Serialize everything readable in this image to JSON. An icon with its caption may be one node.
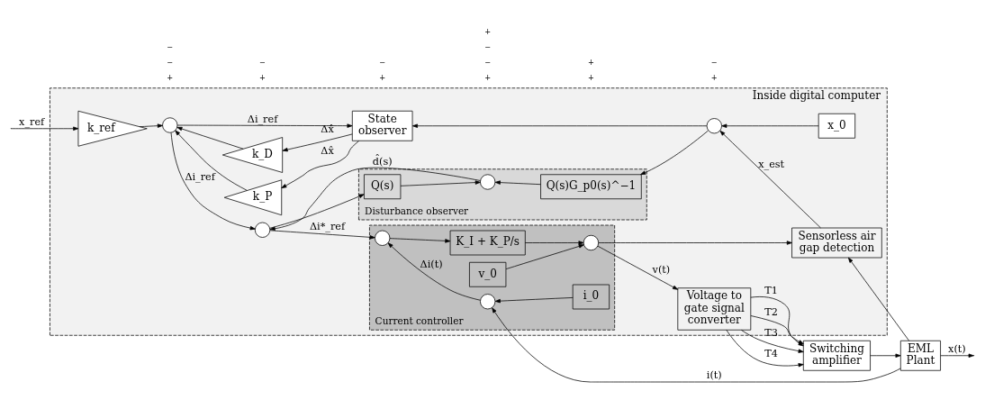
{
  "diagram": {
    "nodes": [
      {
        "text": [
          "Inside digital computer"
        ]
      },
      {
        "text": [
          "k_ref"
        ],
        "in": 0
      },
      {
        "text": [],
        "shape": "circle",
        "in": 0
      },
      {
        "text": [],
        "shape": "circle",
        "in": 0
      },
      {
        "text": [
          "Current controller"
        ],
        "in": 0
      },
      {
        "text": [],
        "shape": "circle",
        "in": 4
      },
      {
        "text": [
          "K_I + K_P/s"
        ],
        "in": 4
      },
      {
        "text": [],
        "shape": "circle",
        "in": 4
      },
      {
        "text": [
          "v_0"
        ],
        "in": 4
      },
      {
        "text": [],
        "shape": "circle",
        "in": 4
      },
      {
        "text": [
          "i_0"
        ],
        "in": 4
      },
      {
        "text": [
          "Voltage to gate signal converter"
        ],
        "in": 0
      },
      {
        "text": [
          "Switching amplifier"
        ]
      },
      {
        "text": [
          "EML Plant"
        ]
      },
      {
        "text": [
          "Disturbance observer"
        ],
        "in": 0
      },
      {
        "text": [
          "Q(s)"
        ],
        "in": 14
      },
      {
        "text": [],
        "shape": "circle",
        "in": 14
      },
      {
        "text": [
          "Q(s)G_p0(s)^−1"
        ],
        "in": 14
      },
      {
        "text": [],
        "shape": "circle",
        "in": 0
      },
      {
        "text": [
          "x_0"
        ],
        "in": 0
      },
      {
        "text": [
          "Sensorless air gap detection"
        ],
        "in": 0
      },
      {
        "text": [
          "k_P"
        ],
        "in": 0
      },
      {
        "text": [
          "k_D"
        ],
        "in": 0
      },
      {
        "text": [
          "State observer"
        ],
        "in": 0
      }
    ],
    "edges": [
      {
        "from": null,
        "to": 1,
        "arrow": "to",
        "label": "x_ref"
      },
      {
        "from": 1,
        "to": 2,
        "arrow": "to"
      },
      {
        "from": 2,
        "to": 3,
        "arrow": "to",
        "label": "Δi_ref"
      },
      {
        "from": 3,
        "to": 5,
        "arrow": "to",
        "label": "Δi*_ref"
      },
      {
        "from": 5,
        "to": 6,
        "arrow": "to"
      },
      {
        "from": 6,
        "to": 7,
        "arrow": "to"
      },
      {
        "from": 8,
        "to": 7,
        "arrow": "to"
      },
      {
        "from": 7,
        "to": 11,
        "arrow": "to",
        "label": "v(t)"
      },
      {
        "from": 7,
        "to": 20,
        "arrow": "to"
      },
      {
        "from": 11,
        "to": 12,
        "arrow": "to",
        "label": "T1"
      },
      {
        "from": 11,
        "to": 12,
        "arrow": "to",
        "label": "T2"
      },
      {
        "from": 11,
        "to": 12,
        "arrow": "to",
        "label": "T3"
      },
      {
        "from": 11,
        "to": 12,
        "arrow": "to",
        "label": "T4"
      },
      {
        "from": 12,
        "to": 13,
        "arrow": "to"
      },
      {
        "from": 13,
        "to": null,
        "arrow": "to",
        "label": "x(t)"
      },
      {
        "from": 13,
        "to": 9,
        "arrow": "to",
        "label": "i(t)"
      },
      {
        "from": 13,
        "to": 20,
        "arrow": "to"
      },
      {
        "from": 10,
        "to": 9,
        "arrow": "to"
      },
      {
        "from": 9,
        "to": 5,
        "arrow": "to",
        "label": "Δi(t)"
      },
      {
        "from": 3,
        "to": 15,
        "arrow": "to"
      },
      {
        "from": 15,
        "to": 16,
        "arrow": "to"
      },
      {
        "from": 17,
        "to": 16,
        "arrow": "to"
      },
      {
        "from": 16,
        "to": 3,
        "arrow": "to",
        "label": "d̂(s)"
      },
      {
        "from": 20,
        "to": 18,
        "arrow": "to",
        "label": "x_est"
      },
      {
        "from": 19,
        "to": 18,
        "arrow": "to"
      },
      {
        "from": 18,
        "to": 17,
        "arrow": "to"
      },
      {
        "from": 18,
        "to": 23,
        "arrow": "to"
      },
      {
        "from": 2,
        "to": 23,
        "arrow": "to",
        "label": "Δi_ref"
      },
      {
        "from": 23,
        "to": 21,
        "arrow": "to",
        "label": "Δx̂"
      },
      {
        "from": 23,
        "to": 22,
        "arrow": "to",
        "label": "Δẋ̂"
      },
      {
        "from": 21,
        "to": 2,
        "arrow": "to"
      },
      {
        "from": 22,
        "to": 2,
        "arrow": "to"
      }
    ],
    "labels": [
      "+",
      "−",
      "−",
      "+",
      "−",
      "+",
      "−",
      "+",
      "+",
      "+",
      "−",
      "−",
      "+",
      "+",
      "−"
    ]
  }
}
